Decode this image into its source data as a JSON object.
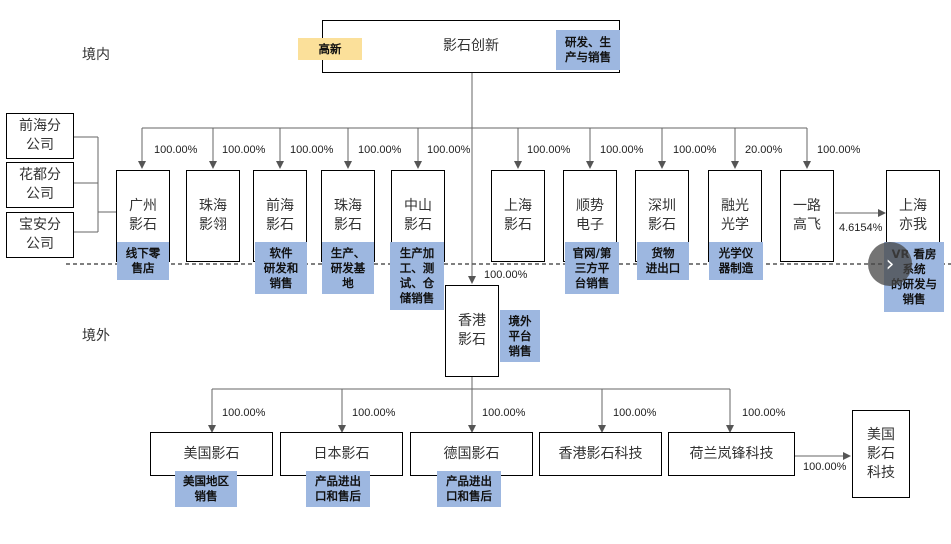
{
  "regions": {
    "domestic": "境内",
    "overseas": "境外"
  },
  "top": {
    "name": "影石创新",
    "tag_left": "高新",
    "tag_right": "研发、生\n产与销售"
  },
  "branches": [
    "前海分\n公司",
    "花都分\n公司",
    "宝安分\n公司"
  ],
  "domestic": [
    {
      "name": "广州\n影石",
      "pct": "100.00%",
      "tag": "线下零\n售店"
    },
    {
      "name": "珠海\n影翎",
      "pct": "100.00%",
      "tag": ""
    },
    {
      "name": "前海\n影石",
      "pct": "100.00%",
      "tag": "软件\n研发和\n销售"
    },
    {
      "name": "珠海\n影石",
      "pct": "100.00%",
      "tag": "生产、\n研发基\n地"
    },
    {
      "name": "中山\n影石",
      "pct": "100.00%",
      "tag": "生产加\n工、测\n试、仓\n储销售"
    },
    {
      "name": "上海\n影石",
      "pct": "100.00%",
      "tag": ""
    },
    {
      "name": "顺势\n电子",
      "pct": "100.00%",
      "tag": "官网/第\n三方平\n台销售"
    },
    {
      "name": "深圳\n影石",
      "pct": "100.00%",
      "tag": "货物\n进出口"
    },
    {
      "name": "融光\n光学",
      "pct": "20.00%",
      "tag": "光学仪\n器制造"
    },
    {
      "name": "一路\n高飞",
      "pct": "100.00%",
      "tag": ""
    }
  ],
  "shanghai_yiwo": {
    "name": "上海\n亦我",
    "pct": "4.6154%",
    "tag": "VR 看房\n系统\n的研发与\n销售"
  },
  "hk": {
    "name": "香港\n影石",
    "pct": "100.00%",
    "tag": "境外\n平台\n销售"
  },
  "overseas": [
    {
      "name": "美国影石",
      "pct": "100.00%",
      "tag": "美国地区\n销售"
    },
    {
      "name": "日本影石",
      "pct": "100.00%",
      "tag": "产品进出\n口和售后"
    },
    {
      "name": "德国影石",
      "pct": "100.00%",
      "tag": "产品进出\n口和售后"
    },
    {
      "name": "香港影石科技",
      "pct": "100.00%",
      "tag": ""
    },
    {
      "name": "荷兰岚锋科技",
      "pct": "100.00%",
      "tag": ""
    }
  ],
  "us_tech": {
    "name": "美国\n影石\n科技",
    "pct": "100.00%"
  },
  "nav": {
    "icon": "chevron-right-icon",
    "glyph": "›"
  }
}
